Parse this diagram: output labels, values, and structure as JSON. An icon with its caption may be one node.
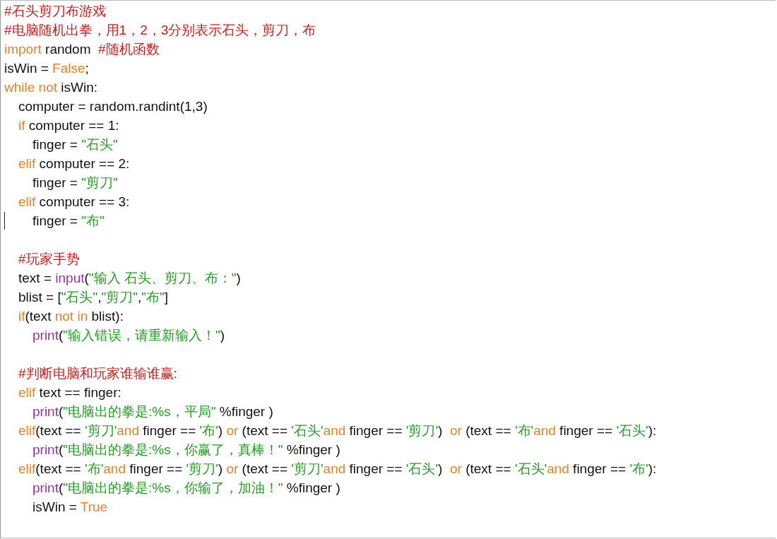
{
  "diagram": {
    "labels": [
      "#石头剪刀布游戏",
      "#电脑随机出拳，用1，2，3分别表示石头，剪刀，布",
      "import random  #随机函数",
      "isWin = False;",
      "while not isWin:",
      "computer = random.randint(1,3)",
      "if computer == 1:",
      "finger = \"石头\"",
      "elif computer == 2:",
      "finger = \"剪刀\"",
      "elif computer == 3:",
      "finger = \"布\"",
      "#玩家手势",
      "text = input(\"输入 石头、剪刀、布：\")",
      "blist = [\"石头\",\"剪刀\",\"布\"]",
      "if(text not in blist):",
      "print(\"输入错误，请重新输入！\")",
      "#判断电脑和玩家谁输谁赢:",
      "elif text == finger:",
      "print(\"电脑出的拳是:%s，平局\" %finger )",
      "elif(text == '剪刀'and finger == '布') or (text == '石头'and finger == '剪刀')  or (text == '布'and finger == '石头'):",
      "print(\"电脑出的拳是:%s，你赢了，真棒！\" %finger )",
      "elif(text == '布'and finger == '剪刀') or (text == '剪刀'and finger == '石头')  or (text == '石头'and finger == '布'):",
      "print(\"电脑出的拳是:%s，你输了，加油！\" %finger )",
      "isWin = True"
    ]
  }
}
